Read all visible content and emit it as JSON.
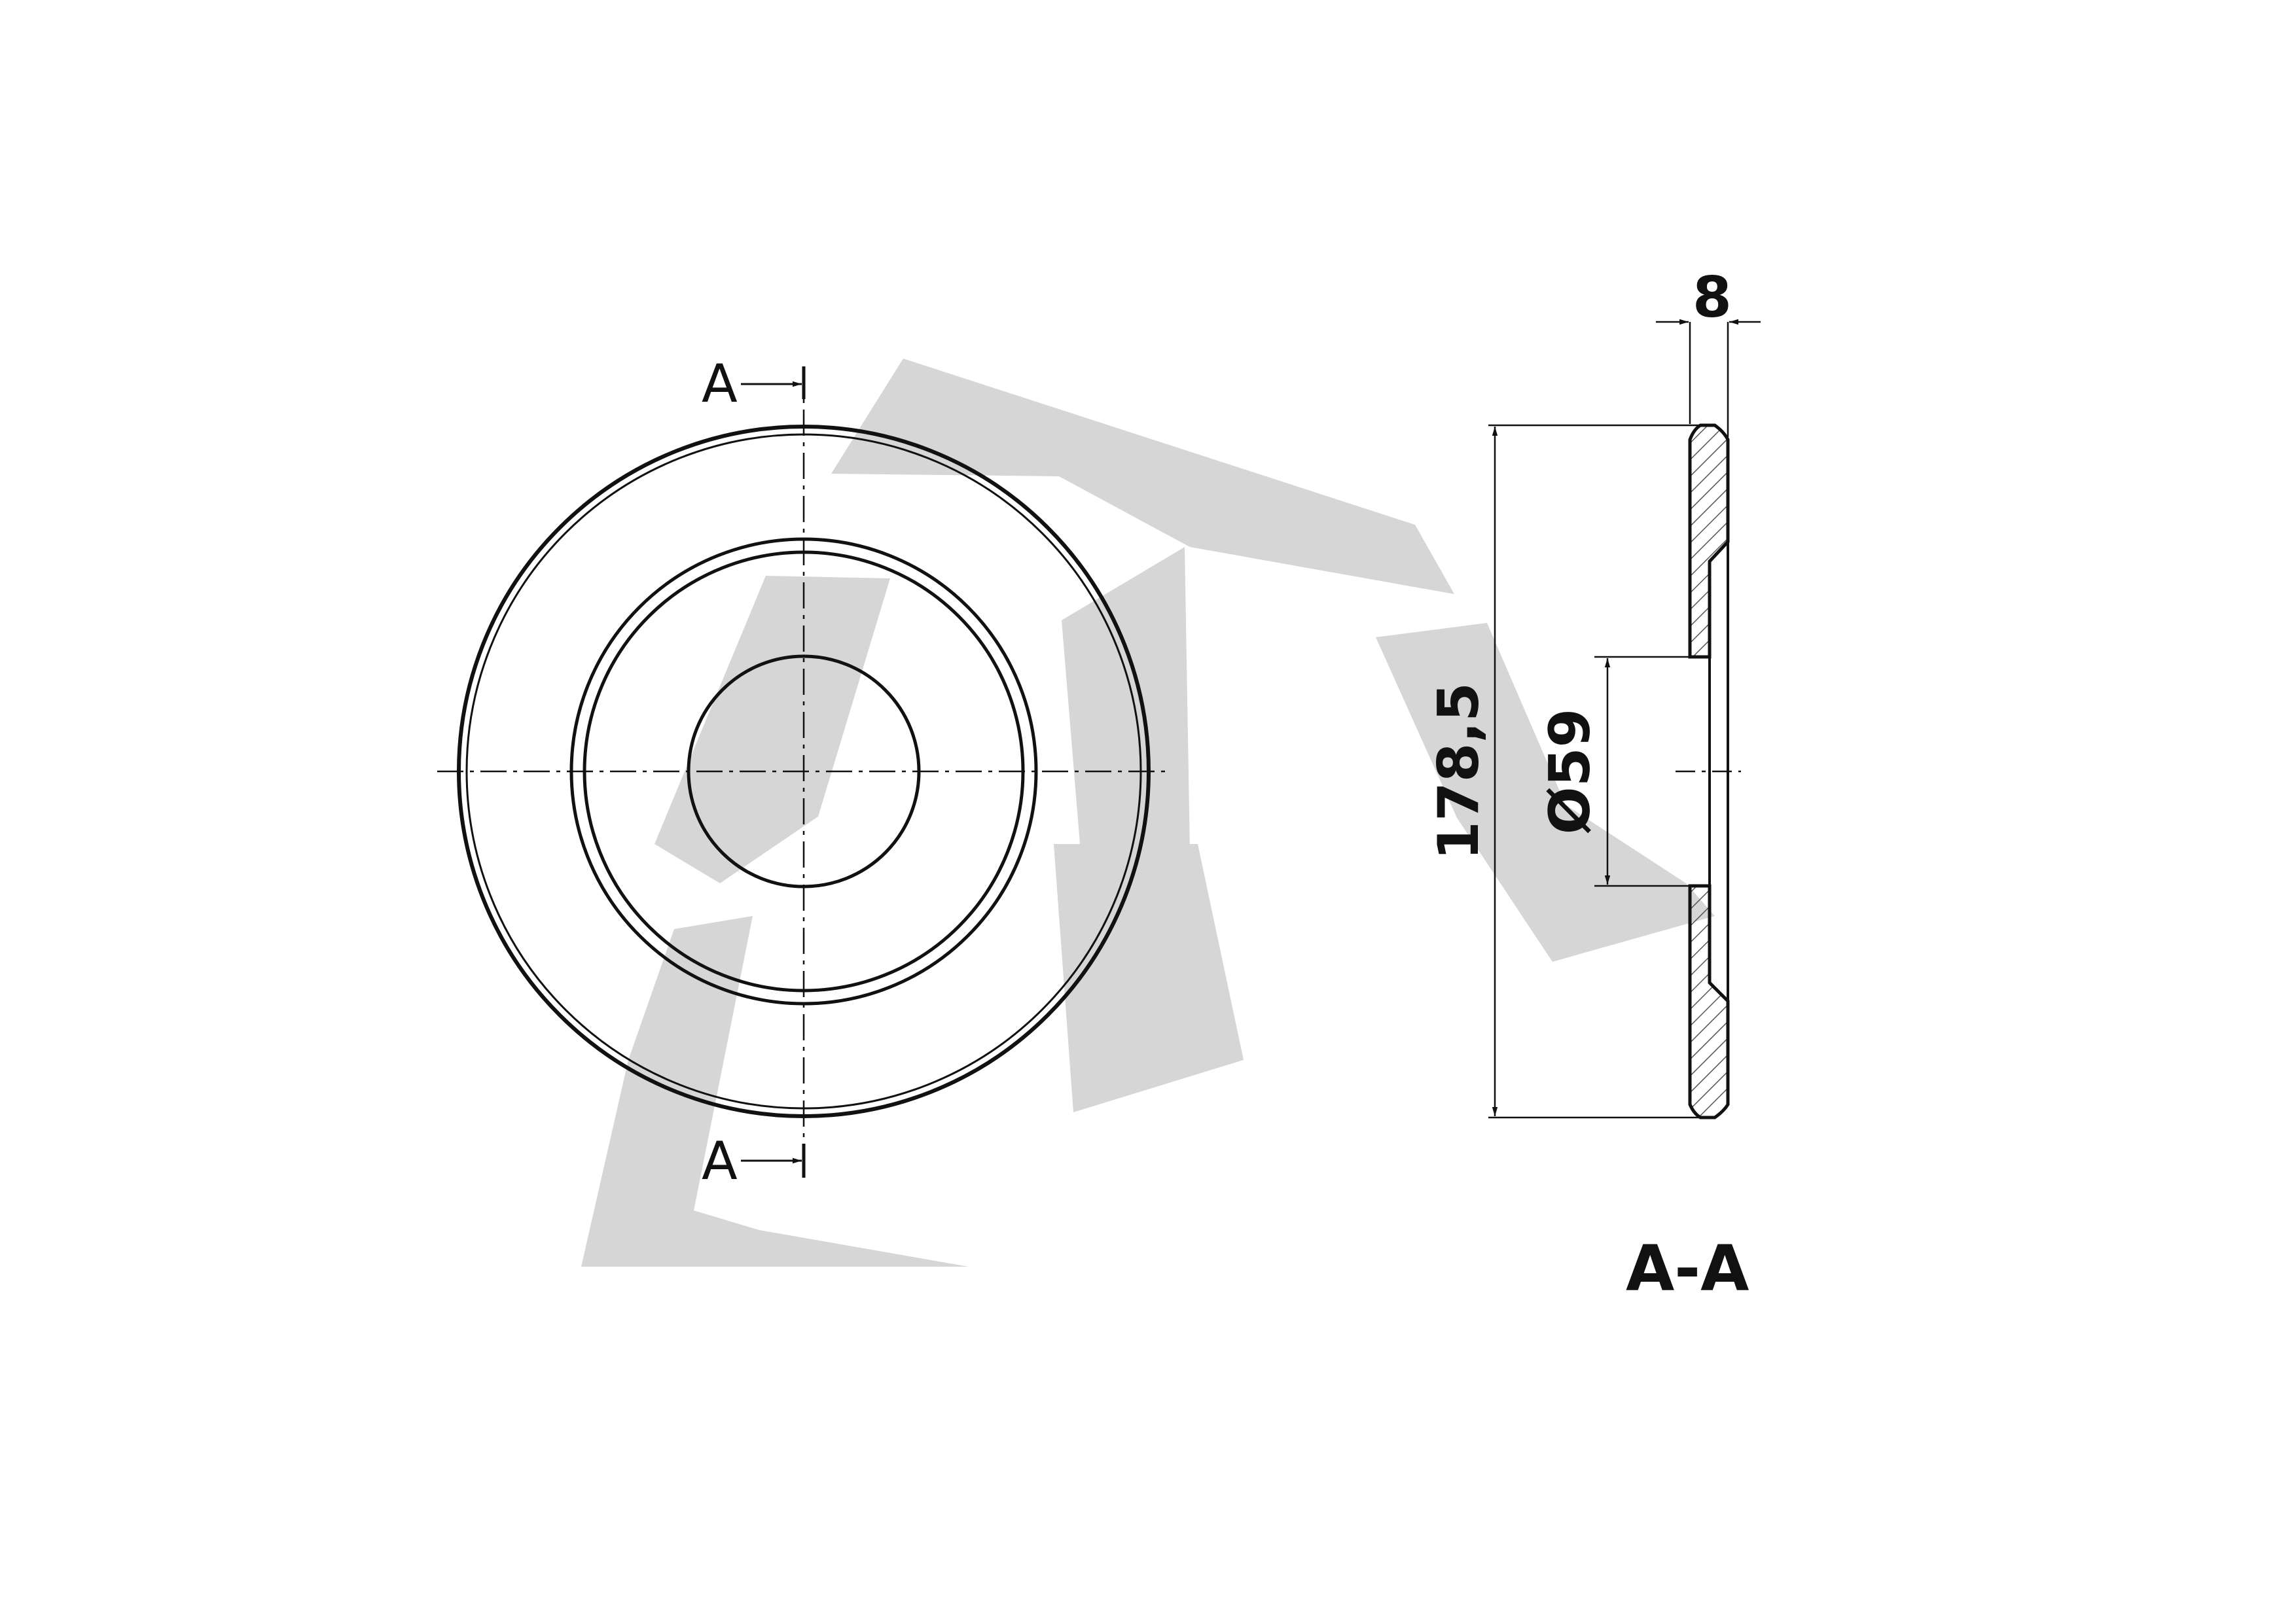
{
  "watermark": {
    "color": "#d6d6d6"
  },
  "section_marks": {
    "top_label": "A",
    "bottom_label": "A"
  },
  "dimensions": {
    "thickness": "8",
    "outer_diameter": "178,5",
    "bore_diameter": "Ø59"
  },
  "view_label": "A-A",
  "colors": {
    "line": "#111111",
    "hatch": "#555555"
  }
}
